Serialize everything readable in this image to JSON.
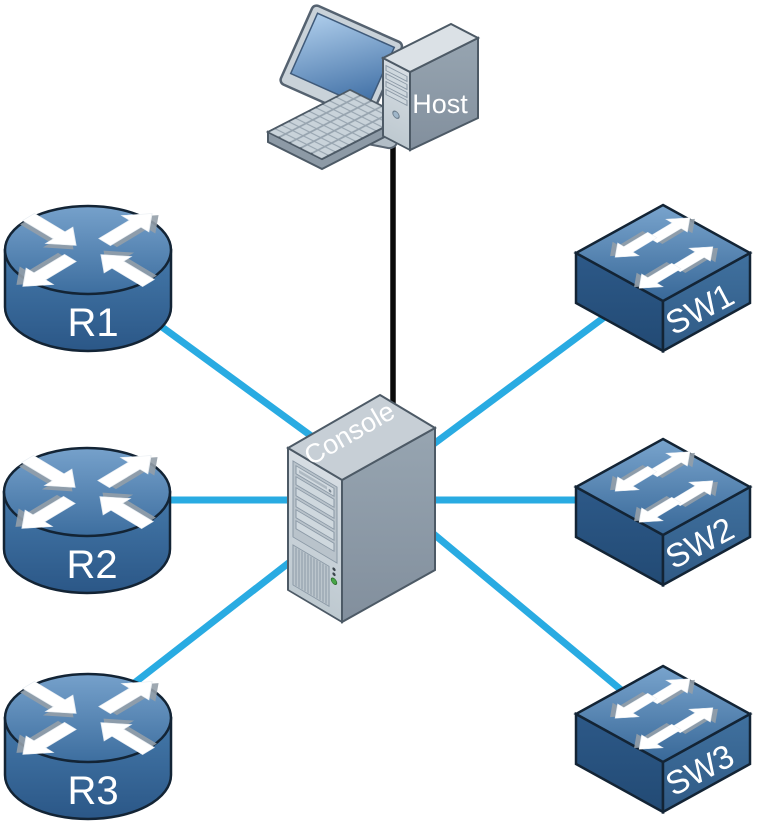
{
  "diagram": {
    "description": "Network lab topology: host connected to a console server which links to three routers and three switches",
    "nodes": {
      "host": {
        "label": "Host",
        "icon": "desktop-computer-icon"
      },
      "console": {
        "label": "Console",
        "icon": "tower-server-icon"
      },
      "r1": {
        "label": "R1",
        "icon": "router-icon"
      },
      "r2": {
        "label": "R2",
        "icon": "router-icon"
      },
      "r3": {
        "label": "R3",
        "icon": "router-icon"
      },
      "sw1": {
        "label": "SW1",
        "icon": "switch-icon"
      },
      "sw2": {
        "label": "SW2",
        "icon": "switch-icon"
      },
      "sw3": {
        "label": "SW3",
        "icon": "switch-icon"
      }
    },
    "links": [
      {
        "from": "Host",
        "to": "Console",
        "style": "black-cable"
      },
      {
        "from": "R1",
        "to": "Console",
        "style": "cyan"
      },
      {
        "from": "R2",
        "to": "Console",
        "style": "cyan"
      },
      {
        "from": "R3",
        "to": "Console",
        "style": "cyan"
      },
      {
        "from": "SW1",
        "to": "Console",
        "style": "cyan"
      },
      {
        "from": "SW2",
        "to": "Console",
        "style": "cyan"
      },
      {
        "from": "SW3",
        "to": "Console",
        "style": "cyan"
      }
    ],
    "colors": {
      "link_cyan": "#29ABE2",
      "host_cable": "#0a0a0a",
      "device_blue": "#4a7cb0",
      "chassis_gray": "#c8d1d8",
      "label_text": "#ffffff"
    }
  }
}
